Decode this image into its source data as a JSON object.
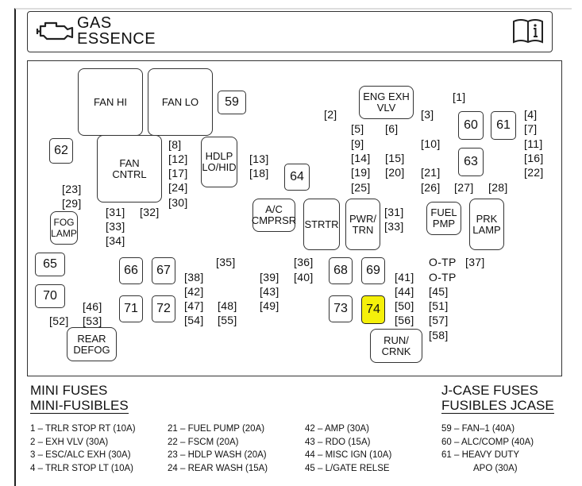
{
  "header": {
    "title_line1": "GAS",
    "title_line2": "ESSENCE",
    "engine_icon": "engine-icon",
    "manual_icon": "owner-manual-icon"
  },
  "diagram": {
    "relays": [
      {
        "label": "FAN HI"
      },
      {
        "label": "FAN LO"
      },
      {
        "label": "FAN\nCNTRL"
      },
      {
        "label": "HDLP\nLO/HID"
      },
      {
        "label": "ENG EXH\nVLV"
      },
      {
        "label": "FOG\nLAMP"
      },
      {
        "label": "A/C\nCMPRSR"
      },
      {
        "label": "STRTR"
      },
      {
        "label": "PWR/\nTRN"
      },
      {
        "label": "FUEL\nPMP"
      },
      {
        "label": "PRK\nLAMP"
      },
      {
        "label": "REAR\nDEFOG"
      },
      {
        "label": "RUN/\nCRNK"
      }
    ],
    "jcase_fuses": [
      {
        "label": "59"
      },
      {
        "label": "60"
      },
      {
        "label": "61"
      },
      {
        "label": "62"
      },
      {
        "label": "63"
      },
      {
        "label": "64"
      },
      {
        "label": "65"
      },
      {
        "label": "66"
      },
      {
        "label": "67"
      },
      {
        "label": "68"
      },
      {
        "label": "69"
      },
      {
        "label": "70"
      },
      {
        "label": "71"
      },
      {
        "label": "72"
      },
      {
        "label": "73"
      },
      {
        "label": "74"
      }
    ],
    "highlighted_fuse": "74",
    "highlight_color": "#f5f00a",
    "mini_slots": [
      "[1]",
      "[2]",
      "[3]",
      "[4]",
      "[5]",
      "[6]",
      "[7]",
      "[8]",
      "[9]",
      "[10]",
      "[11]",
      "[12]",
      "[13]",
      "[14]",
      "[15]",
      "[16]",
      "[17]",
      "[18]",
      "[19]",
      "[20]",
      "[21]",
      "[22]",
      "[23]",
      "[24]",
      "[25]",
      "[26]",
      "[27]",
      "[28]",
      "[29]",
      "[30]",
      "[31]",
      "[32]",
      "[33]",
      "[34]",
      "[35]",
      "[36]",
      "[37]",
      "[38]",
      "[39]",
      "[40]",
      "[41]",
      "[42]",
      "[43]",
      "[44]",
      "[45]",
      "[46]",
      "[47]",
      "[48]",
      "[49]",
      "[50]",
      "[51]",
      "[52]",
      "[53]",
      "[54]",
      "[55]",
      "[56]",
      "[57]",
      "[58]",
      "[31]",
      "[33]",
      "O-TP",
      "O-TP"
    ]
  },
  "legend": {
    "mini_title_en": "MINI FUSES",
    "mini_title_fr": "MINI-FUSIBLES",
    "jcase_title_en": "J-CASE FUSES",
    "jcase_title_fr": "FUSIBLES JCASE",
    "col1": [
      "1 – TRLR STOP RT (10A)",
      "2 – EXH VLV (30A)",
      "3 – ESC/ALC EXH (30A)",
      "4 – TRLR STOP LT (10A)"
    ],
    "col2": [
      "21 – FUEL PUMP (20A)",
      "22 – FSCM (20A)",
      "23 – HDLP WASH (20A)",
      "24 – REAR WASH (15A)"
    ],
    "col3": [
      "42 – AMP (30A)",
      "43 – RDO (15A)",
      "44 – MISC IGN (10A)",
      "45 – L/GATE RELSE"
    ],
    "col4": [
      "59 – FAN–1 (40A)",
      "60 – ALC/COMP (40A)",
      "61 – HEAVY DUTY",
      "APO (30A)"
    ]
  }
}
